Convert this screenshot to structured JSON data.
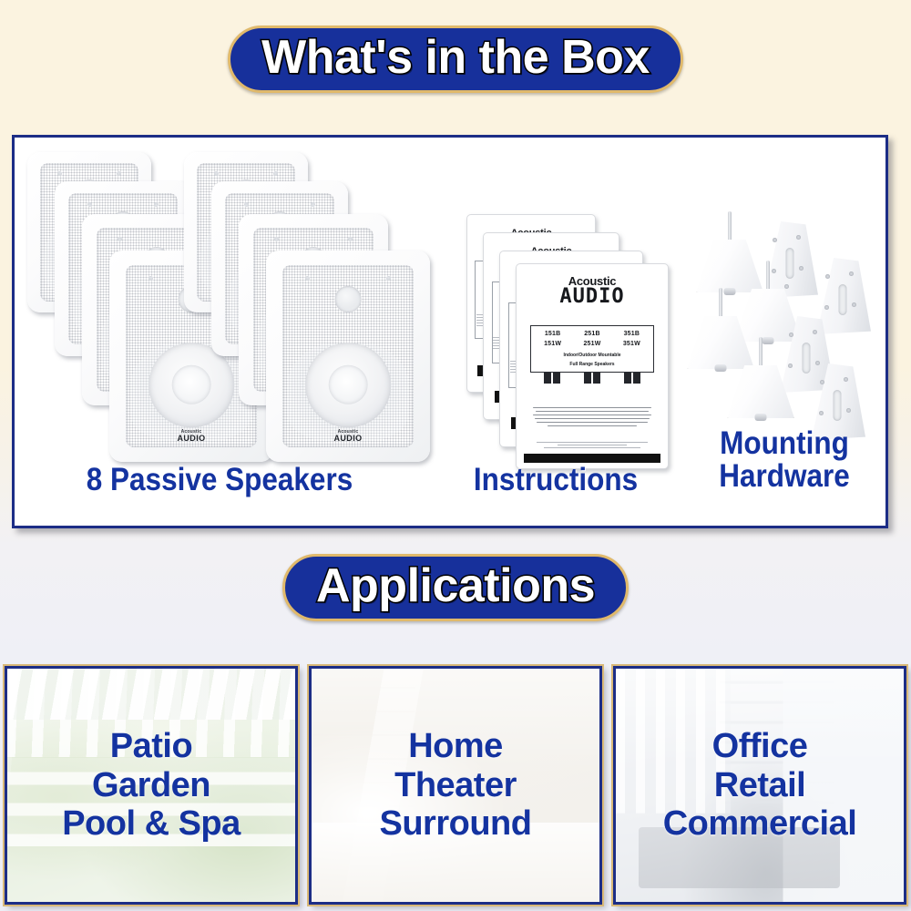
{
  "banners": {
    "box": "What's in the Box",
    "applications": "Applications"
  },
  "colors": {
    "banner_fill": "#17309b",
    "banner_border": "#e0b96b",
    "banner_text": "#ffffff",
    "panel_border": "#1c2d86",
    "caption_blue": "#1433a0",
    "background_top": "#fbf3e0",
    "background_bottom": "#edeef5"
  },
  "box_contents": {
    "speakers": {
      "caption": "8 Passive Speakers",
      "count": 8,
      "badge_line1": "Acoustic",
      "badge_line2": "AUDIO"
    },
    "instructions": {
      "caption": "Instructions",
      "count": 4,
      "cover_brand_line1": "Acoustic",
      "cover_brand_line2": "AUDIO",
      "models_row1": [
        "151B",
        "251B",
        "351B"
      ],
      "models_row2": [
        "151W",
        "251W",
        "351W"
      ],
      "subtitle_line1": "Indoor/Outdoor Mountable",
      "subtitle_line2": "Full Range Speakers"
    },
    "hardware": {
      "caption_line1": "Mounting",
      "caption_line2": "Hardware",
      "count": 8
    }
  },
  "applications": [
    {
      "name": "patio",
      "lines": [
        "Patio",
        "Garden",
        "Pool & Spa"
      ]
    },
    {
      "name": "home-theater",
      "lines": [
        "Home",
        "Theater",
        "Surround"
      ]
    },
    {
      "name": "office",
      "lines": [
        "Office",
        "Retail",
        "Commercial"
      ]
    }
  ]
}
